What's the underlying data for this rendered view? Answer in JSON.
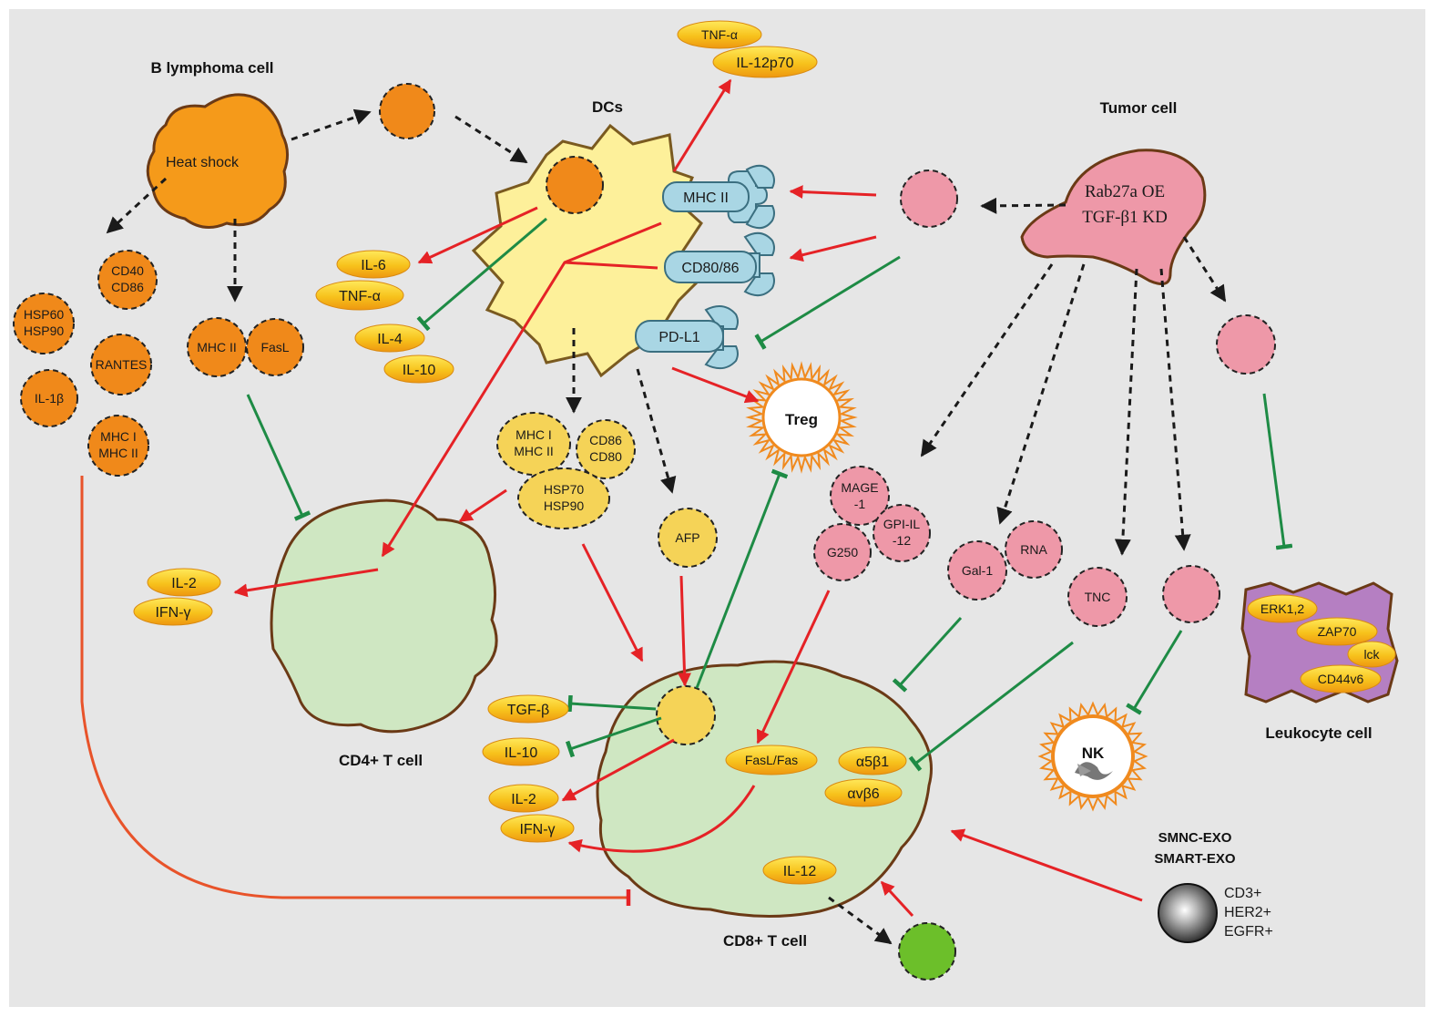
{
  "colors": {
    "background": "#e6e6e6",
    "orange_cell": "#f59a1a",
    "orange_vesicle": "#f0891a",
    "dc_body": "#fdf09a",
    "pink": "#ee98a8",
    "green_cell": "#cfe7c2",
    "purple_cell": "#b57fc2",
    "yellow_vesicle": "#f5d357",
    "receptor": "#a9d6e4",
    "activate_arrow": "#e52226",
    "inhibit_arrow": "#1e8b45",
    "outline": "#6b3a16"
  },
  "cells": {
    "b_lymphoma": {
      "title": "B lymphoma cell",
      "inner": "Heat shock"
    },
    "dcs": {
      "title": "DCs"
    },
    "tumor": {
      "title": "Tumor cell",
      "line1": "Rab27a OE",
      "line2": "TGF-β1 KD"
    },
    "cd4": {
      "title": "CD4+ T cell"
    },
    "cd8": {
      "title": "CD8+ T cell"
    },
    "leukocyte": {
      "title": "Leukocyte cell"
    },
    "treg": {
      "label": "Treg"
    },
    "nk": {
      "label": "NK"
    },
    "exo": {
      "name1": "SMNC-EXO",
      "name2": "SMART-EXO",
      "m1": "CD3+",
      "m2": "HER2+",
      "m3": "EGFR+"
    }
  },
  "receptors": {
    "mhc2": "MHC II",
    "cd80": "CD80/86",
    "pdl1": "PD-L1"
  },
  "b_exosome_cargo": {
    "cd40": "CD40",
    "cd86": "CD86",
    "hsp60": "HSP60",
    "hsp90": "HSP90",
    "rantes": "RANTES",
    "il1b": "IL-1β",
    "mhc1": "MHC I",
    "mhc2": "MHC II",
    "mhc2b": "MHC II",
    "fasl": "FasL"
  },
  "dc_exosome_cargo": {
    "mhc1": "MHC I",
    "mhc2": "MHC II",
    "cd86": "CD86",
    "cd80": "CD80",
    "hsp70": "HSP70",
    "hsp90": "HSP90",
    "afp": "AFP"
  },
  "tumor_exosome_cargo": {
    "mage1": "MAGE",
    "mage2": "-1",
    "gpi1": "GPI-IL",
    "gpi2": "-12",
    "g250": "G250",
    "gal1": "Gal-1",
    "rna": "RNA",
    "tnc": "TNC"
  },
  "cytokines": {
    "tnfa_top": "TNF-α",
    "il12p70": "IL-12p70",
    "il6": "IL-6",
    "tnfa_dc": "TNF-α",
    "il4": "IL-4",
    "il10_dc": "IL-10",
    "il2_cd4": "IL-2",
    "ifng_cd4": "IFN-γ",
    "tgfb": "TGF-β",
    "il10_cd8": "IL-10",
    "il2_cd8": "IL-2",
    "ifng_cd8": "IFN-γ",
    "faslfas": "FasL/Fas",
    "a5b1": "α5β1",
    "avb6": "αvβ6",
    "il12": "IL-12"
  },
  "leukocyte_proteins": {
    "erk": "ERK1,2",
    "zap70": "ZAP70",
    "lck": "lck",
    "cd44v6": "CD44v6"
  }
}
